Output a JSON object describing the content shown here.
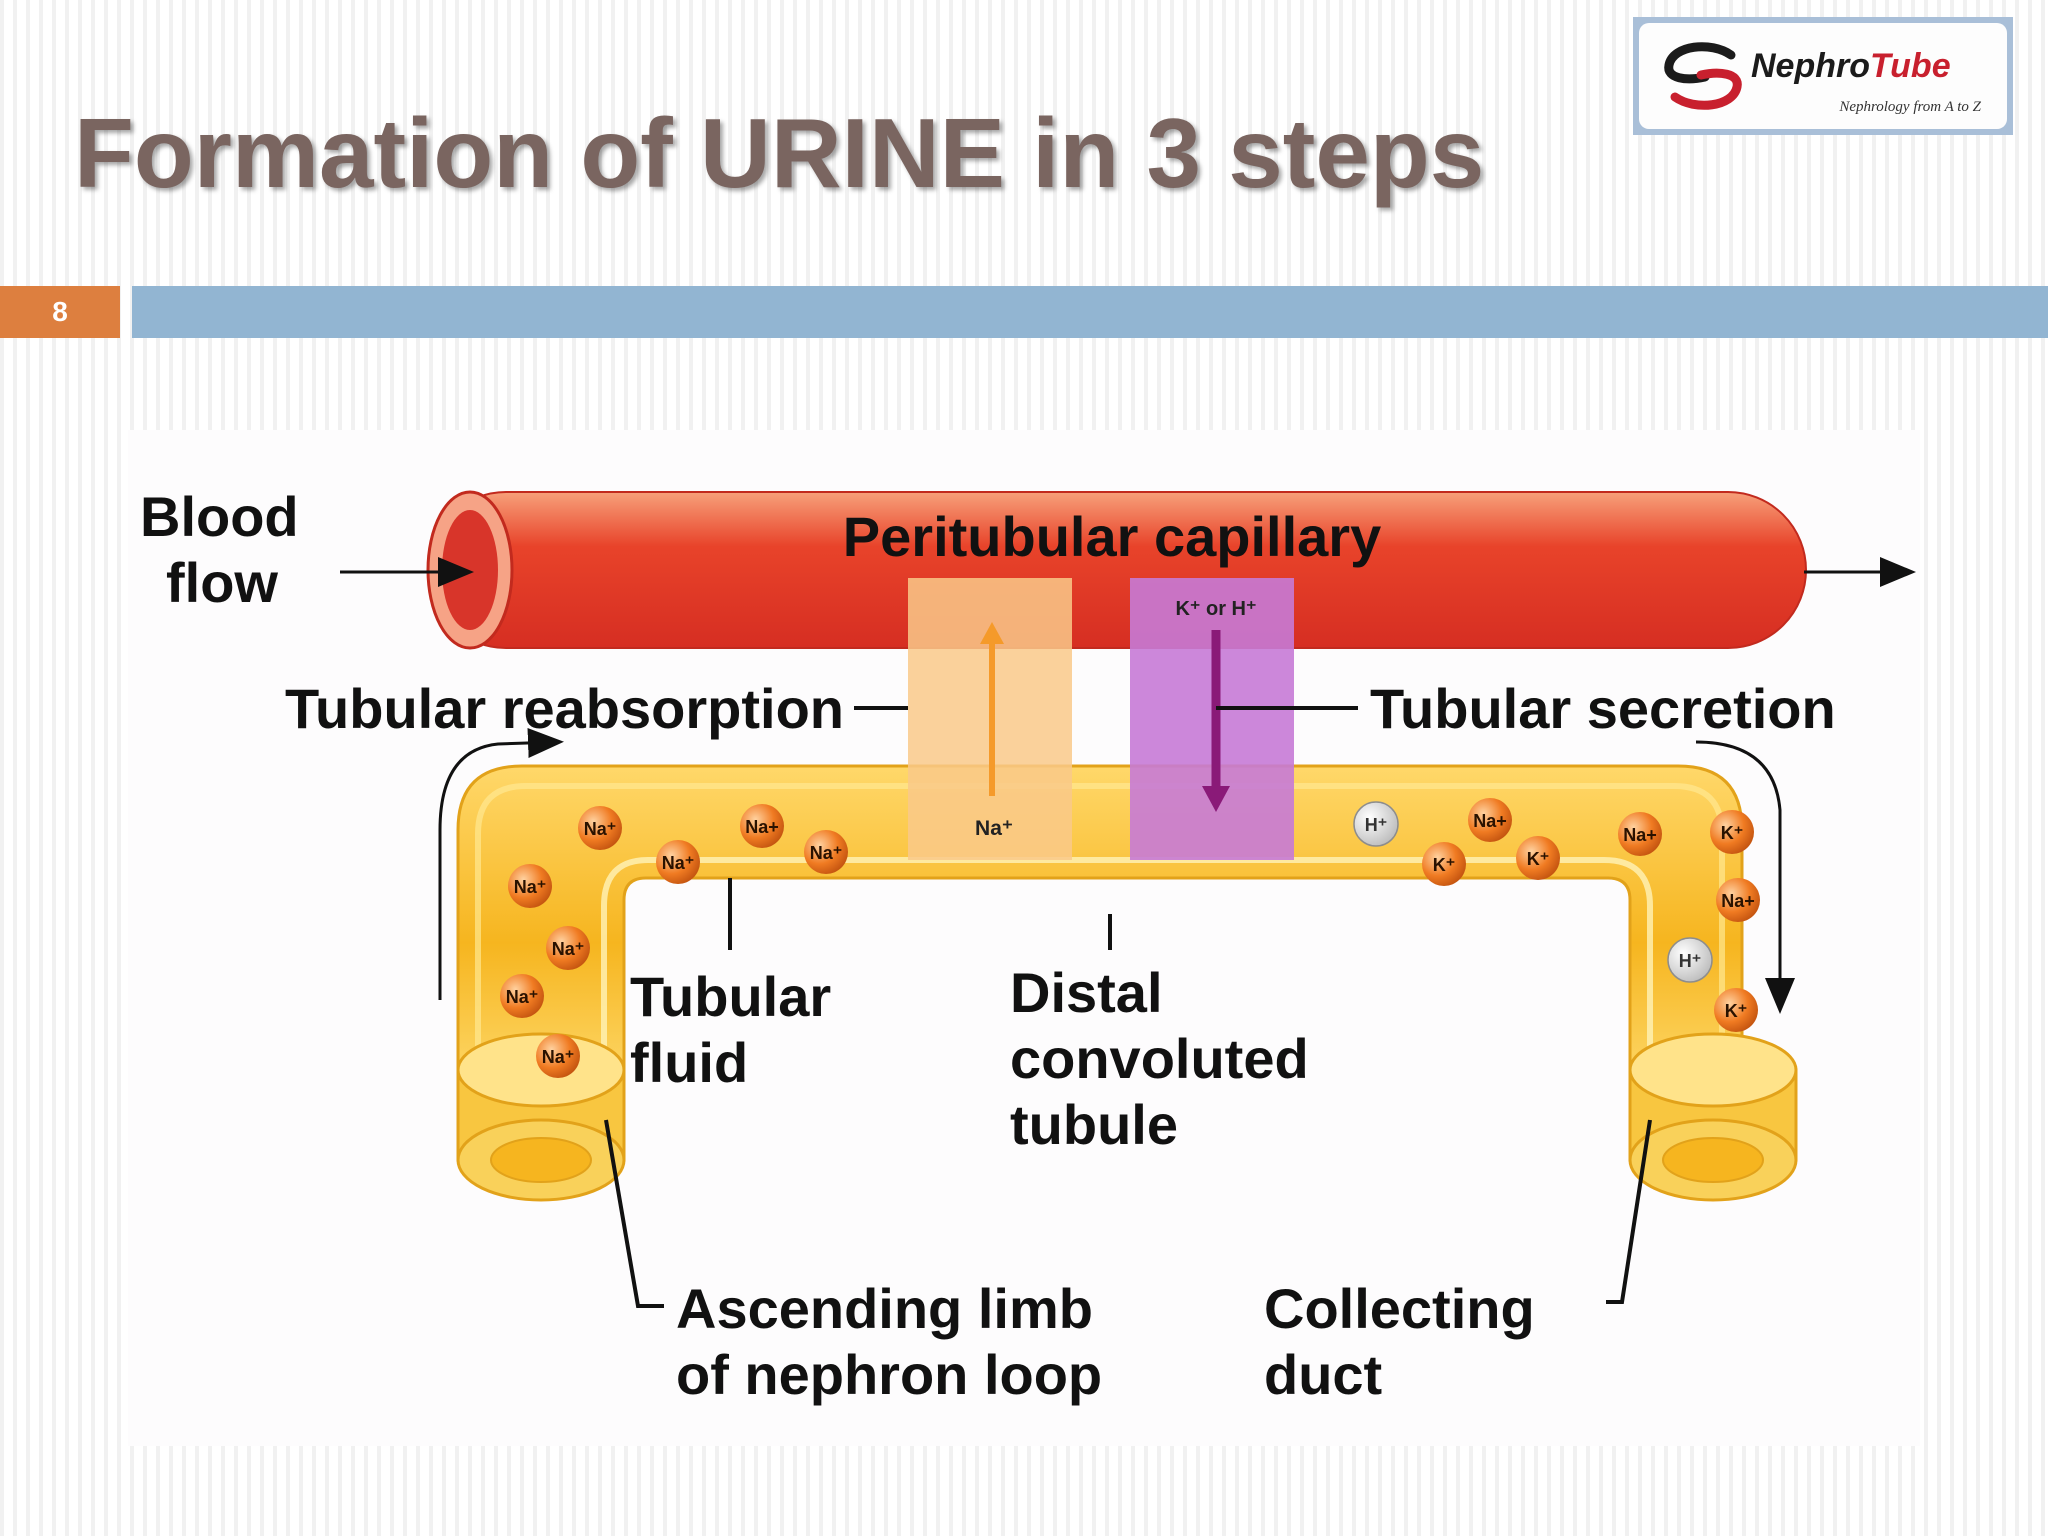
{
  "slide": {
    "title": "Formation of URINE in 3 steps",
    "number": "8"
  },
  "logo": {
    "name_part1": "Nephro",
    "name_part2": "Tube",
    "tagline": "Nephrology from A to Z"
  },
  "diagram": {
    "labels": {
      "blood_flow_line1": "Blood",
      "blood_flow_line2": "flow",
      "peritubular_capillary": "Peritubular capillary",
      "tubular_reabsorption": "Tubular reabsorption",
      "tubular_secretion": "Tubular secretion",
      "tubular_fluid_line1": "Tubular",
      "tubular_fluid_line2": "fluid",
      "distal_line1": "Distal",
      "distal_line2": "convoluted",
      "distal_line3": "tubule",
      "ascending_line1": "Ascending limb",
      "ascending_line2": "of nephron loop",
      "collecting_line1": "Collecting",
      "collecting_line2": "duct",
      "secretion_box": "K⁺ or H⁺",
      "reabsorption_box": "Na⁺"
    },
    "ions": {
      "na": "Na⁺",
      "na_plus": "Na+",
      "k": "K⁺",
      "h": "H⁺"
    },
    "colors": {
      "capillary": "#e8432a",
      "tubule": "#f6b51f",
      "reabsorption_band": "#f9c98a",
      "secretion_band": "#c77ad6",
      "header_bar": "#92b5d2",
      "number_box": "#dd7f3f",
      "title": "#7a6560"
    }
  }
}
